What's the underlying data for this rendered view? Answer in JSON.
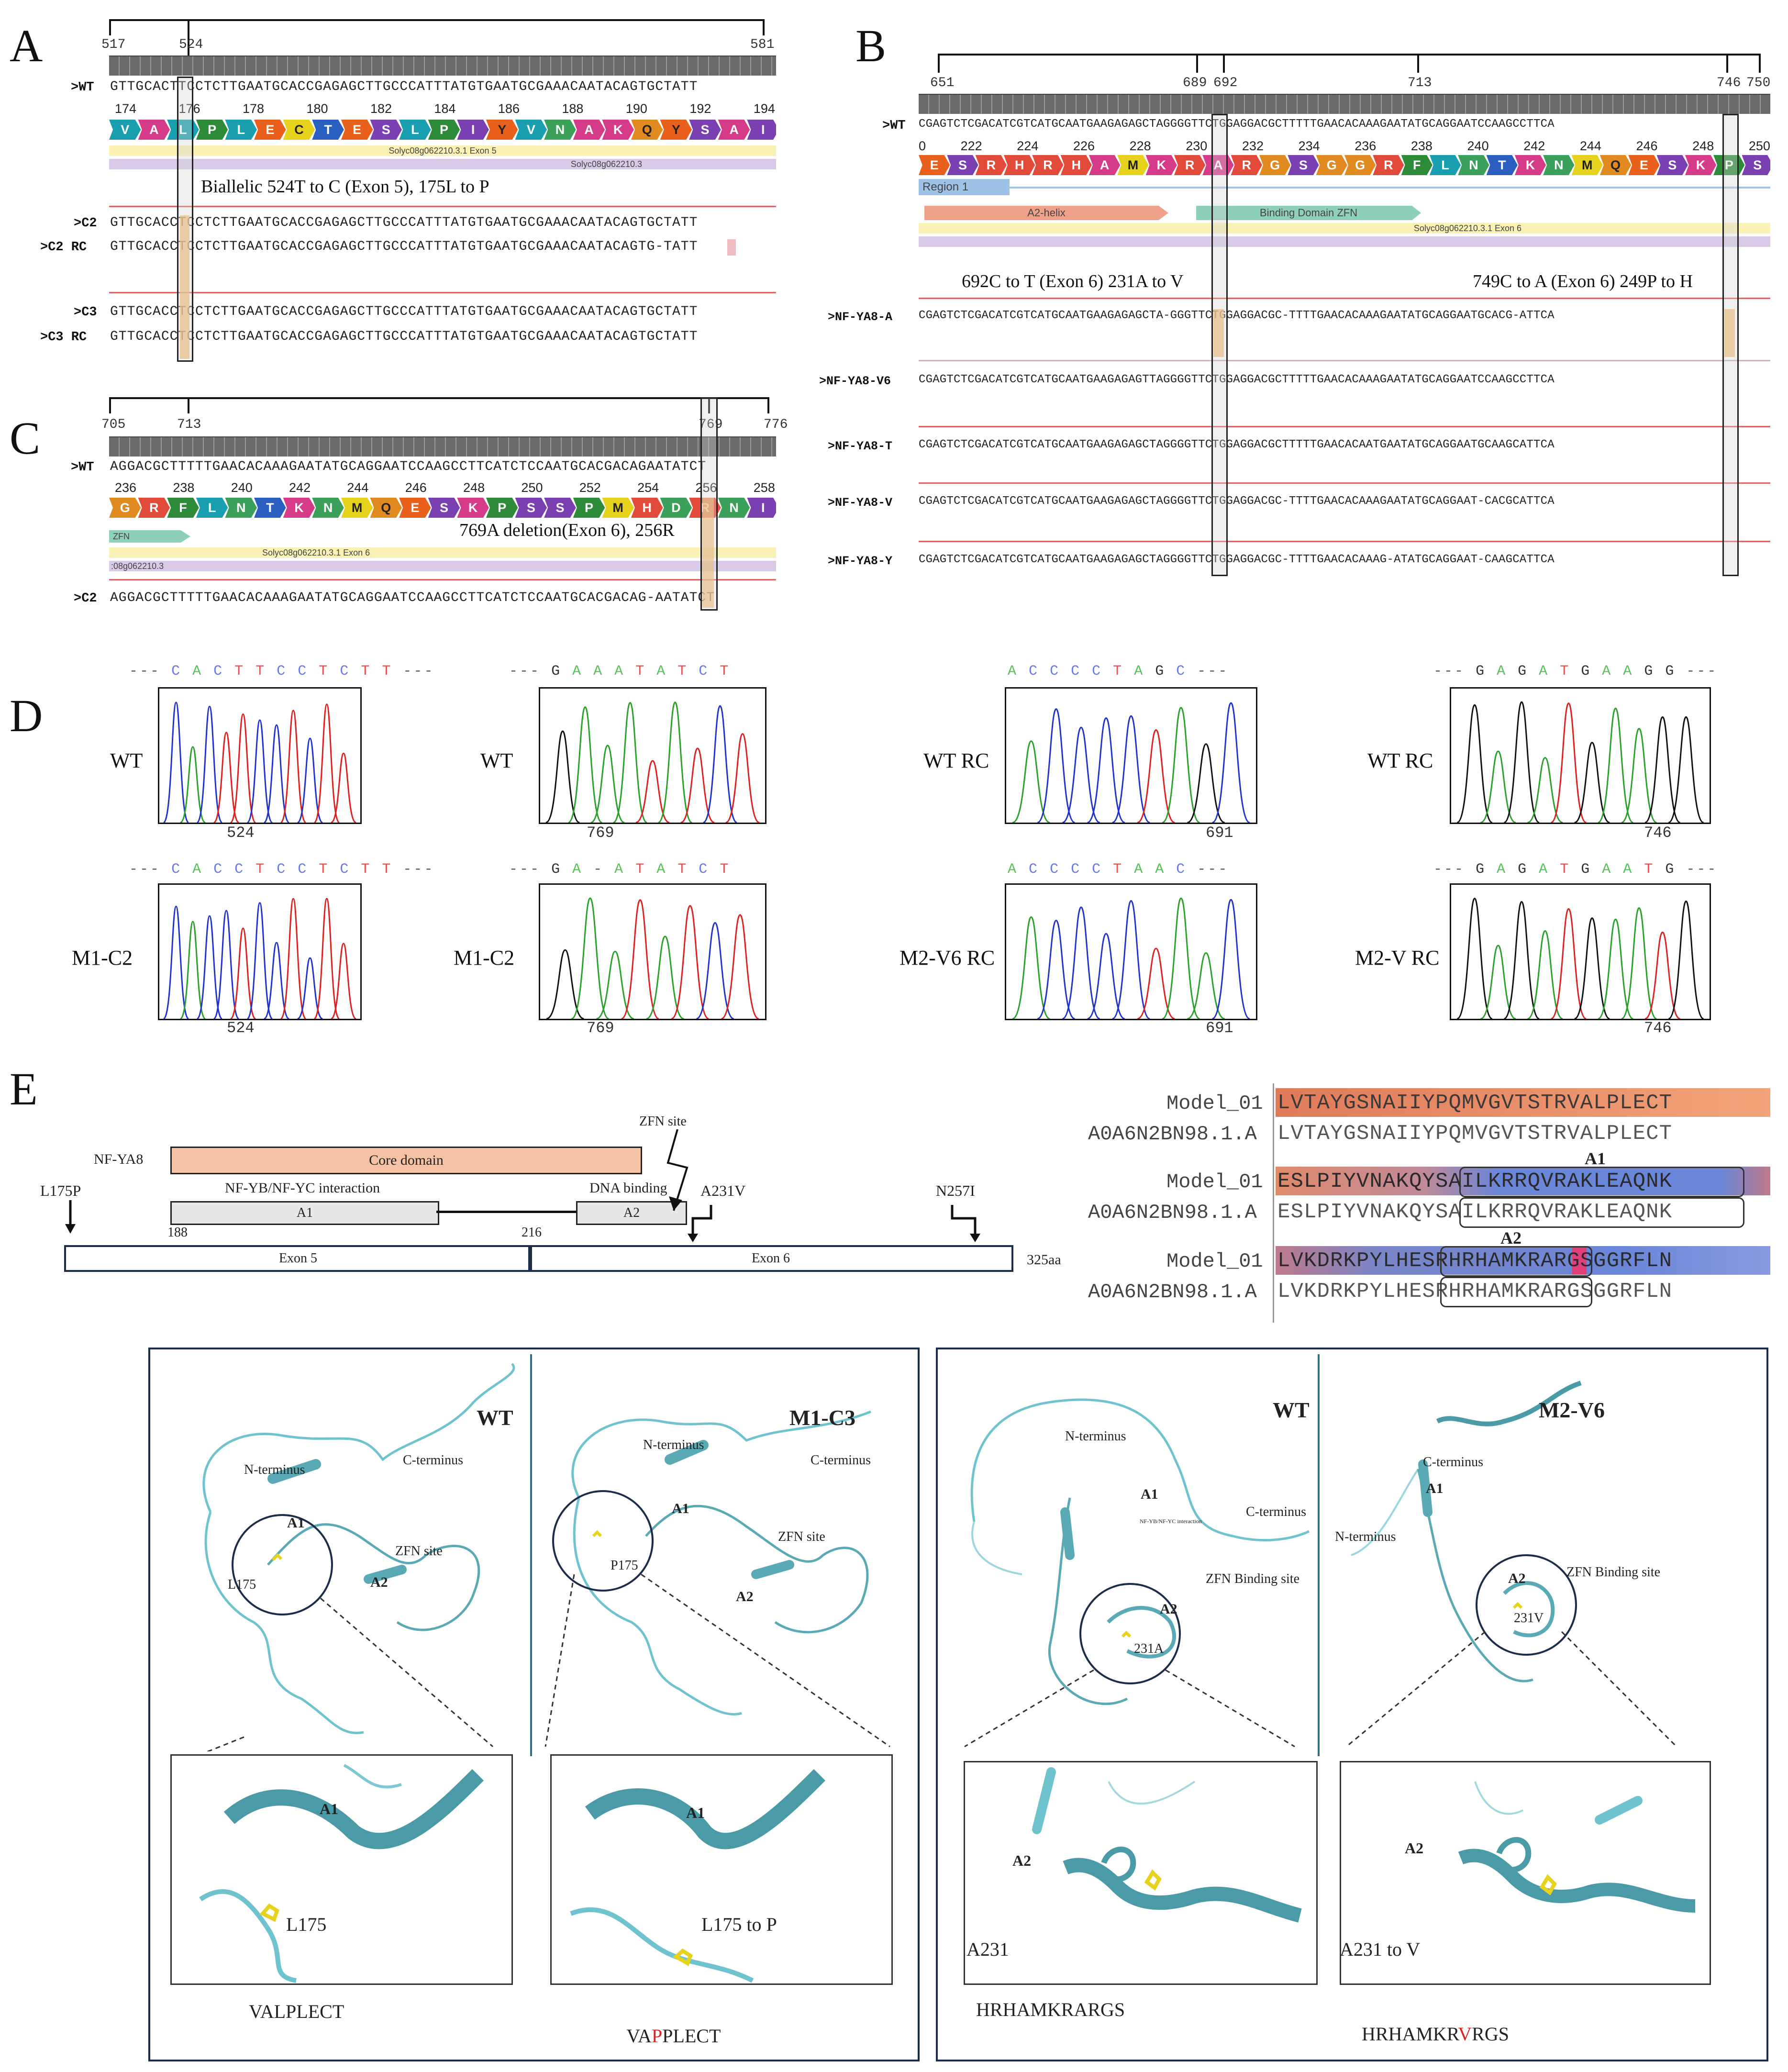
{
  "panels": {
    "A": "A",
    "B": "B",
    "C": "C",
    "D": "D",
    "E": "E"
  },
  "panelA": {
    "ruler_nums": [
      "517",
      "524",
      "581"
    ],
    "aa_nums": [
      "174",
      "176",
      "178",
      "180",
      "182",
      "184",
      "186",
      "188",
      "190",
      "192",
      "194"
    ],
    "aa_seq": [
      "V",
      "A",
      "L",
      "P",
      "L",
      "E",
      "C",
      "T",
      "E",
      "S",
      "L",
      "P",
      "I",
      "Y",
      "V",
      "N",
      "A",
      "K",
      "Q",
      "Y",
      "S",
      "A",
      "I"
    ],
    "exon_label": "Solyc08g062210.3.1 Exon 5",
    "gene_label": "Solyc08g062210.3",
    "annotation": "Biallelic 524T to C (Exon 5), 175L to P",
    "rows": [
      {
        "label": ">WT",
        "seq": "GTTGCACTTCCTCTTGAATGCACCGAGAGCTTGCCCATTTATGTGAATGCGAAACAATACAGTGCTATT"
      },
      {
        "label": ">C2",
        "seq": "GTTGCACCTCCTCTTGAATGCACCGAGAGCTTGCCCATTTATGTGAATGCGAAACAATACAGTGCTATT"
      },
      {
        "label": ">C2 RC",
        "seq": "GTTGCACCTCCTCTTGAATGCACCGAGAGCTTGCCCATTTATGTGAATGCGAAACAATACAGTG-TATT"
      },
      {
        "label": ">C3",
        "seq": "GTTGCACCTCCTCTTGAATGCACCGAGAGCTTGCCCATTTATGTGAATGCGAAACAATACAGTGCTATT"
      },
      {
        "label": ">C3 RC",
        "seq": "GTTGCACCTCCTCTTGAATGCACCGAGAGCTTGCCCATTTATGTGAATGCGAAACAATACAGTGCTATT"
      }
    ]
  },
  "panelB": {
    "ruler_nums": [
      "651",
      "689",
      "692",
      "713",
      "746",
      "750"
    ],
    "aa_nums": [
      "0",
      "222",
      "224",
      "226",
      "228",
      "230",
      "232",
      "234",
      "236",
      "238",
      "240",
      "242",
      "244",
      "246",
      "248",
      "250"
    ],
    "aa_seq": [
      "E",
      "S",
      "R",
      "H",
      "R",
      "H",
      "A",
      "M",
      "K",
      "R",
      "A",
      "R",
      "G",
      "S",
      "G",
      "G",
      "R",
      "F",
      "L",
      "N",
      "T",
      "K",
      "N",
      "M",
      "Q",
      "E",
      "S",
      "K",
      "P",
      "S"
    ],
    "region_label": "Region 1",
    "helix_label": "A2-helix",
    "zfn_label": "Binding Domain ZFN",
    "exon_label": "Solyc08g062210.3.1 Exon 6",
    "ann_left": "692C to T (Exon 6) 231A to V",
    "ann_right": "749C to A (Exon 6) 249P to H",
    "rows": [
      {
        "label": ">WT",
        "seq": "CGAGTCTCGACATCGTCATGCAATGAAGAGAGCTAGGGGTTCTGGAGGACGCTTTTTGAACACAAAGAATATGCAGGAATCCAAGCCTTCA"
      },
      {
        "label": ">NF-YA8-A",
        "seq": "CGAGTCTCGACATCGTCATGCAATGAAGAGAGCTA-GGGTTCTGGAGGACGC-TTTTGAACACAAAGAATATGCAGGAATGCACG-ATTCA"
      },
      {
        "label": ">NF-YA8-V6",
        "seq": "CGAGTCTCGACATCGTCATGCAATGAAGAGAGTTAGGGGTTCTGGAGGACGCTTTTTGAACACAAAGAATATGCAGGAATCCAAGCCTTCA"
      },
      {
        "label": ">NF-YA8-T",
        "seq": "CGAGTCTCGACATCGTCATGCAATGAAGAGAGCTAGGGGTTCTGGAGGACGCTTTTTGAACACAATGAATATGCAGGAATGCAAGCATTCA"
      },
      {
        "label": ">NF-YA8-V",
        "seq": "CGAGTCTCGACATCGTCATGCAATGAAGAGAGCTAGGGGTTCTGGAGGACGC-TTTTGAACACAAAGAATATGCAGGAAT-CACGCATTCA"
      },
      {
        "label": ">NF-YA8-Y",
        "seq": "CGAGTCTCGACATCGTCATGCAATGAAGAGAGCTAGGGGTTCTGGAGGACGC-TTTTGAACACAAAG-ATATGCAGGAAT-CAAGCATTCA"
      }
    ]
  },
  "panelC": {
    "ruler_nums": [
      "705",
      "713",
      "769",
      "776"
    ],
    "aa_nums": [
      "236",
      "238",
      "240",
      "242",
      "244",
      "246",
      "248",
      "250",
      "252",
      "254",
      "256",
      "258"
    ],
    "aa_seq": [
      "G",
      "R",
      "F",
      "L",
      "N",
      "T",
      "K",
      "N",
      "M",
      "Q",
      "E",
      "S",
      "K",
      "P",
      "S",
      "S",
      "P",
      "M",
      "H",
      "D",
      "R",
      "N",
      "I"
    ],
    "zfn_label": "ZFN",
    "exon_label": "Solyc08g062210.3.1 Exon 6",
    "gene_label": ":08g062210.3",
    "annotation": "769A deletion(Exon 6), 256R",
    "rows": [
      {
        "label": ">WT",
        "seq": "AGGACGCTTTTTGAACACAAAGAATATGCAGGAATCCAAGCCTTCATCTCCAATGCACGACAGAATATCT"
      },
      {
        "label": ">C2",
        "seq": "AGGACGCTTTTTGAACACAAAGAATATGCAGGAATCCAAGCCTTCATCTCCAATGCACGACAG-AATATCT"
      }
    ]
  },
  "panelD": {
    "top": [
      {
        "label": "WT",
        "bases": "--- C A C T T C C T C T T ---",
        "pos": "524"
      },
      {
        "label": "WT",
        "bases": "--- G A A A T A T C T",
        "pos": "769"
      },
      {
        "label": "WT RC",
        "bases": "A C C C C T A G C ---",
        "pos": "691"
      },
      {
        "label": "WT RC",
        "bases": "--- G A G A T G A A G G ---",
        "pos": "746"
      }
    ],
    "bottom": [
      {
        "label": "M1-C2",
        "bases": "--- C A C C T C C T C T T ---",
        "pos": "524"
      },
      {
        "label": "M1-C2",
        "bases": "--- G A - A T A T C T",
        "pos": "769"
      },
      {
        "label": "M2-V6 RC",
        "bases": "A C C C C T A A C ---",
        "pos": "691"
      },
      {
        "label": "M2-V RC",
        "bases": "--- G A G A T G A A T G ---",
        "pos": "746"
      }
    ]
  },
  "panelE": {
    "nf_label": "NF-YA8",
    "core": "Core domain",
    "interaction": "NF-YB/NF-YC interaction",
    "a1": "A1",
    "a2": "A2",
    "dna_binding": "DNA binding",
    "zfn_site": "ZFN site",
    "l175p": "L175P",
    "a231v": "A231V",
    "n257i": "N257I",
    "pos188": "188",
    "pos216": "216",
    "exon5": "Exon 5",
    "exon6": "Exon 6",
    "length": "325aa",
    "align": [
      {
        "name": "Model_01",
        "seq": "LVTAYGSNAIIYPQMVGVTSTRVALPLECT"
      },
      {
        "name": "A0A6N2BN98.1.A",
        "seq": "LVTAYGSNAIIYPQMVGVTSTRVALPLECT"
      },
      {
        "name": "Model_01",
        "seq": "ESLPIYVNAKQYSAILKRRQVRAKLEAQNK"
      },
      {
        "name": "A0A6N2BN98.1.A",
        "seq": "ESLPIYVNAKQYSAILKRRQVRAKLEAQNK"
      },
      {
        "name": "Model_01",
        "seq": "LVKDRKPYLHESRHRHAMKRARGSGGRFLN"
      },
      {
        "name": "A0A6N2BN98.1.A",
        "seq": "LVKDRKPYLHESRHRHAMKRARGSGGRFLN"
      }
    ],
    "align_a1": "A1",
    "align_a2": "A2",
    "struct_left": {
      "wt": "WT",
      "mut": "M1-C3",
      "n_term": "N-terminus",
      "c_term": "C-terminus",
      "a1": "A1",
      "a2": "A2",
      "zfn": "ZFN site",
      "res_wt": "L175",
      "res_mut": "P175",
      "zoom_wt": "L175",
      "zoom_mut": "L175 to P",
      "seq_wt": "VALPLECT",
      "seq_mut_pre": "VA",
      "seq_mut_hl": "P",
      "seq_mut_post": "PLECT"
    },
    "struct_right": {
      "wt": "WT",
      "mut": "M2-V6",
      "n_term": "N-terminus",
      "c_term": "C-terminus",
      "a1": "A1",
      "a2": "A2",
      "zfn": "ZFN Binding site",
      "interaction_small": "NF-YB/NF-YC interaction",
      "res_wt": "231A",
      "res_mut": "231V",
      "zoom_wt": "A231",
      "zoom_mut": "A231 to V",
      "seq_wt": "HRHAMKRARGS",
      "seq_mut_pre": "HRHAMKR",
      "seq_mut_hl": "V",
      "seq_mut_post": "RGS"
    }
  },
  "colors": {
    "aa_palette": [
      "#2e8b3a",
      "#e08a1f",
      "#e24a3a",
      "#7a3fb0",
      "#2a5fc0",
      "#d63b8a",
      "#1a9fb0",
      "#e6d21c",
      "#3aa05a",
      "#e8601c"
    ],
    "mutation": "#f3b667",
    "gap": "#e8a0a8",
    "teal": "#5fb8c4",
    "frame": "#1c2d4a",
    "red": "#e02020",
    "coverage": "#6a6a6a"
  }
}
